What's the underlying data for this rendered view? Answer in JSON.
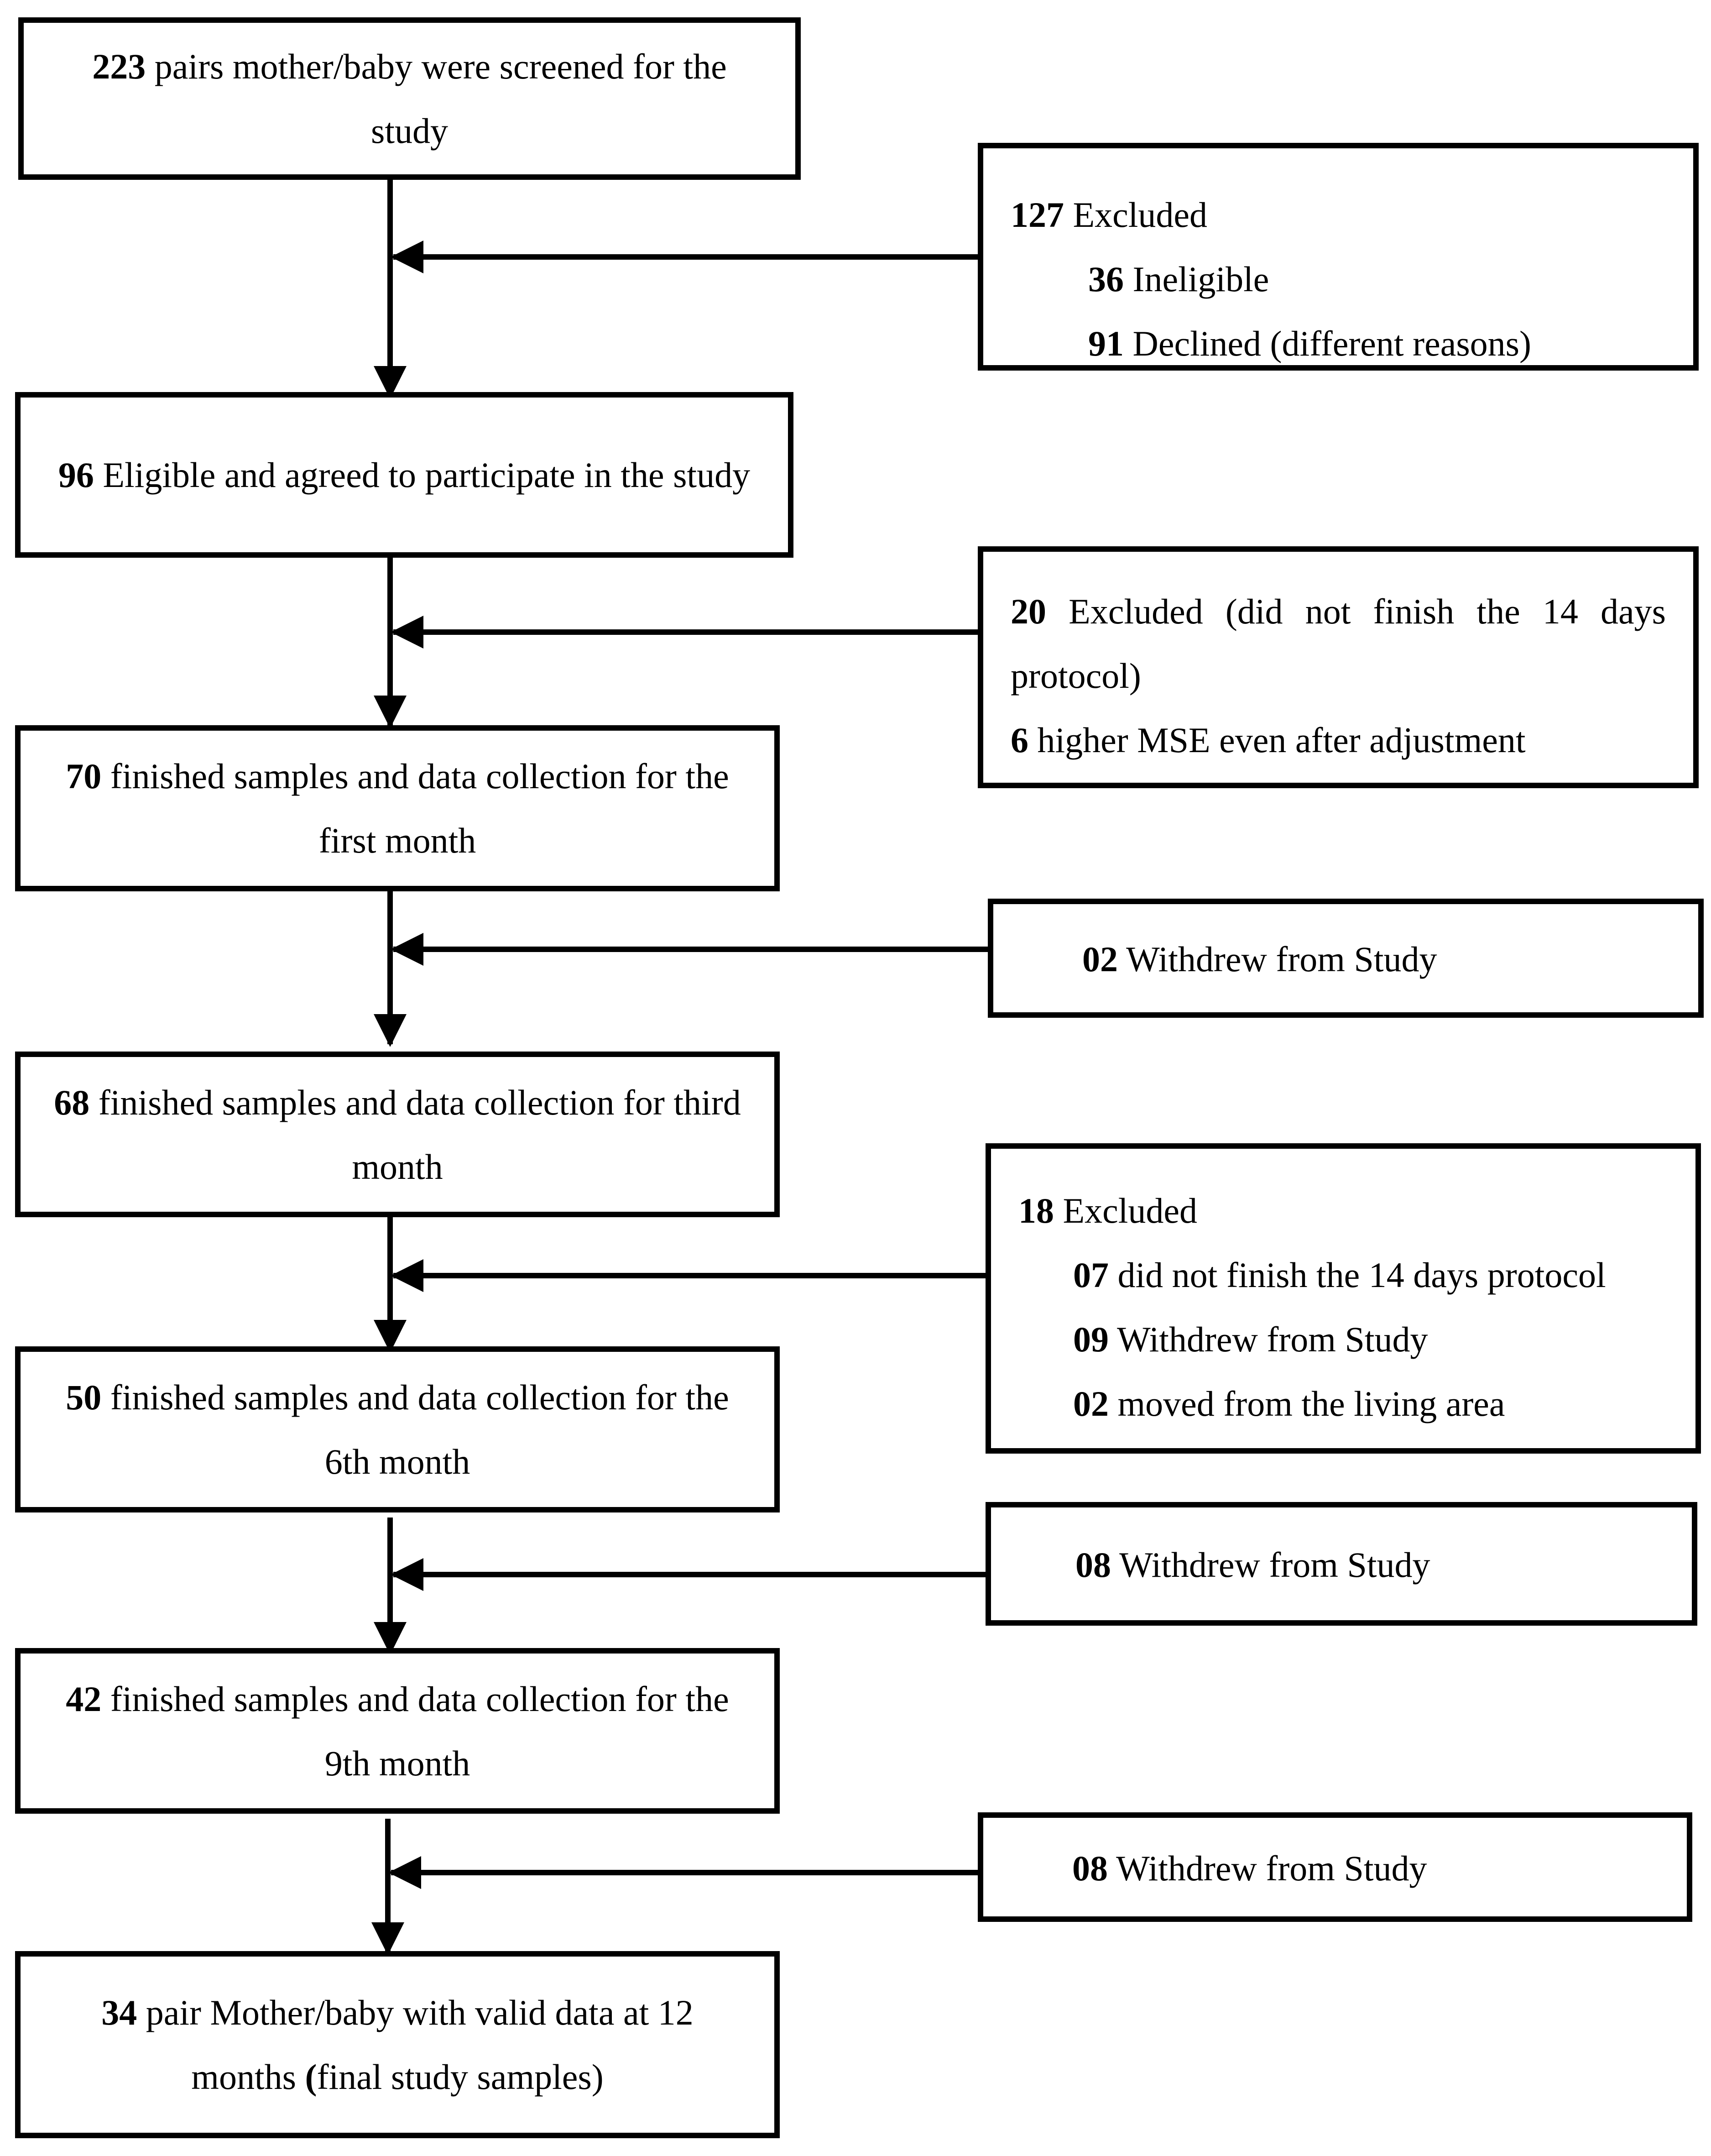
{
  "flowchart": {
    "main_boxes": [
      {
        "count": "223",
        "text": " pairs mother/baby were screened for the study"
      },
      {
        "count": "96",
        "text": " Eligible and agreed to participate in the study"
      },
      {
        "count": "70",
        "text": " finished samples and data collection for the first month"
      },
      {
        "count": "68",
        "text": " finished samples and data collection for third month"
      },
      {
        "count": "50",
        "text": " finished samples and data collection for the 6th month"
      },
      {
        "count": "42",
        "text": " finished samples and data collection for the 9th month"
      },
      {
        "count": "34",
        "text": " pair Mother/baby with valid data at 12 months ",
        "paren": "(",
        "text2": "final study samples)"
      }
    ],
    "side_boxes": [
      {
        "header_count": "127",
        "header_text": " Excluded",
        "items": [
          {
            "count": "36",
            "text": " Ineligible"
          },
          {
            "count": "91",
            "text": " Declined (different reasons)"
          }
        ]
      },
      {
        "header_count": "20",
        "header_text": " Excluded (did not finish the 14 days protocol)",
        "items": [
          {
            "count": "6",
            "text": " higher MSE even after adjustment"
          }
        ]
      },
      {
        "header_count": "02",
        "header_text": " Withdrew from Study",
        "items": []
      },
      {
        "header_count": "18",
        "header_text": " Excluded",
        "items": [
          {
            "count": "07",
            "text": " did not finish the 14 days protocol"
          },
          {
            "count": "09",
            "text": " Withdrew from Study"
          },
          {
            "count": "02",
            "text": " moved from the living area"
          }
        ]
      },
      {
        "header_count": "08",
        "header_text": " Withdrew from Study",
        "items": []
      },
      {
        "header_count": "08",
        "header_text": " Withdrew from Study",
        "items": []
      }
    ]
  }
}
